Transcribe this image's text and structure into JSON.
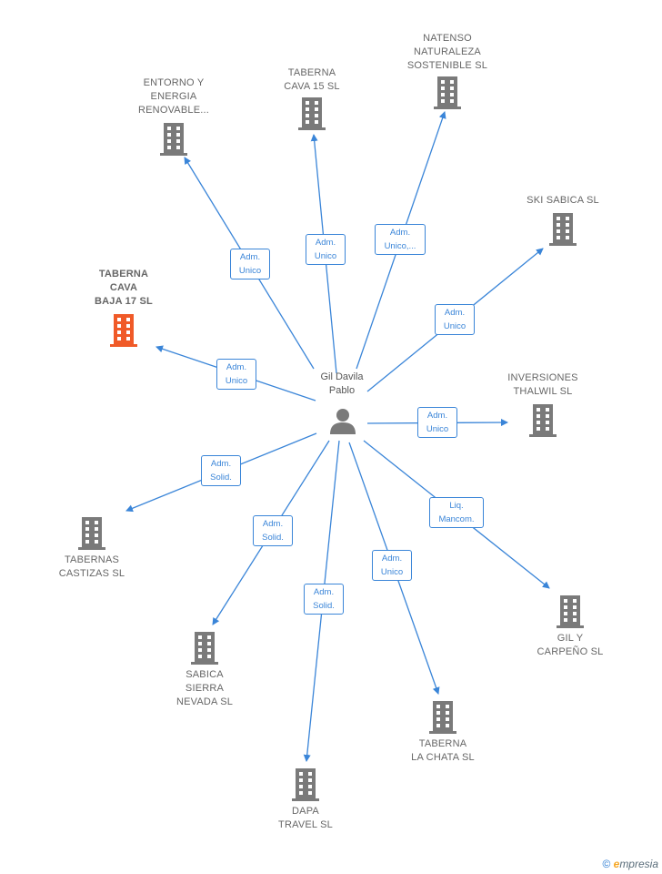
{
  "center": {
    "label": "Gil Davila\nPablo"
  },
  "companies": [
    {
      "id": "taberna-cava-baja",
      "label": "TABERNA\nCAVA\nBAJA 17  SL",
      "highlight": true
    },
    {
      "id": "entorno",
      "label": "ENTORNO Y\nENERGIA\nRENOVABLE..."
    },
    {
      "id": "taberna-cava-15",
      "label": "TABERNA\nCAVA 15  SL"
    },
    {
      "id": "natenso",
      "label": "NATENSO\nNATURALEZA\nSOSTENIBLE SL"
    },
    {
      "id": "ski-sabica",
      "label": "SKI SABICA SL"
    },
    {
      "id": "inversiones",
      "label": "INVERSIONES\nTHALWIL  SL"
    },
    {
      "id": "gil-carpeno",
      "label": "GIL Y\nCARPEÑO  SL"
    },
    {
      "id": "taberna-chata",
      "label": "TABERNA\nLA CHATA  SL"
    },
    {
      "id": "dapa",
      "label": "DAPA\nTRAVEL SL"
    },
    {
      "id": "sabica-sierra",
      "label": "SABICA\nSIERRA\nNEVADA  SL"
    },
    {
      "id": "tabernas-castizas",
      "label": "TABERNAS\nCASTIZAS  SL"
    }
  ],
  "edges": [
    {
      "to": "taberna-cava-baja",
      "label": "Adm.\nUnico"
    },
    {
      "to": "entorno",
      "label": "Adm.\nUnico"
    },
    {
      "to": "taberna-cava-15",
      "label": "Adm.\nUnico"
    },
    {
      "to": "natenso",
      "label": "Adm.\nUnico,..."
    },
    {
      "to": "ski-sabica",
      "label": "Adm.\nUnico"
    },
    {
      "to": "inversiones",
      "label": "Adm.\nUnico"
    },
    {
      "to": "gil-carpeno",
      "label": "Liq.\nMancom."
    },
    {
      "to": "taberna-chata",
      "label": "Adm.\nUnico"
    },
    {
      "to": "dapa",
      "label": "Adm.\nSolid."
    },
    {
      "to": "sabica-sierra",
      "label": "Adm.\nSolid."
    },
    {
      "to": "tabernas-castizas",
      "label": "Adm.\nSolid."
    }
  ],
  "colors": {
    "edge": "#3a85d8",
    "building": "#7a7a7a",
    "highlight": "#f05a28",
    "person": "#7a7a7a"
  },
  "footer": {
    "copyright": "©",
    "brand_initial": "e",
    "brand_rest": "mpresia"
  }
}
